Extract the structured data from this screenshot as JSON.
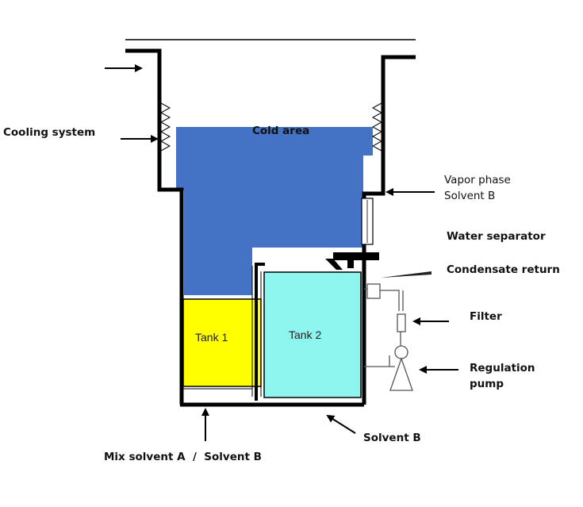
{
  "labels": {
    "cooling_system": "Cooling system",
    "cold_area": "Cold area",
    "vapor_line1": "Vapor phase",
    "vapor_line2": "Solvent B",
    "water_separator": "Water separator",
    "condensate_return": "Condensate return",
    "filter": "Filter",
    "pump_line1": "Regulation",
    "pump_line2": "pump",
    "tank1": "Tank 1",
    "tank2": "Tank 2",
    "solvent_b": "Solvent B",
    "mix": "Mix solvent A  /  Solvent B"
  },
  "colors": {
    "cold_area": "#4472c4",
    "tank1": "#ffff00",
    "tank2": "#8ef5ee",
    "wall": "#000000"
  }
}
